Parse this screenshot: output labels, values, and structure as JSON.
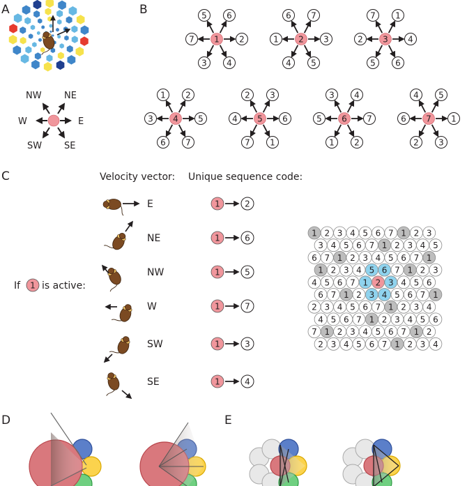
{
  "panel_labels": {
    "a": "A",
    "b": "B",
    "c": "C",
    "d": "D",
    "e": "E"
  },
  "directions": {
    "nw": "NW",
    "ne": "NE",
    "w": "W",
    "e": "E",
    "sw": "SW",
    "se": "SE"
  },
  "colors": {
    "active_fill": "#f0969c",
    "active_stroke": "#c9565e",
    "hex_highlight": "#8fd3ee",
    "hex_gray": "#bdbdbd",
    "blue": "#5b7fc9",
    "yellow": "#fbd34d",
    "green": "#6fcf80",
    "big_red": "#d9787d"
  },
  "panel_b": {
    "groups": [
      {
        "center": "1",
        "nw": "5",
        "ne": "6",
        "w": "7",
        "e": "2",
        "sw": "3",
        "se": "4"
      },
      {
        "center": "2",
        "nw": "6",
        "ne": "7",
        "w": "1",
        "e": "3",
        "sw": "4",
        "se": "5"
      },
      {
        "center": "3",
        "nw": "7",
        "ne": "1",
        "w": "2",
        "e": "4",
        "sw": "5",
        "se": "6"
      },
      {
        "center": "4",
        "nw": "1",
        "ne": "2",
        "w": "3",
        "e": "5",
        "sw": "6",
        "se": "7"
      },
      {
        "center": "5",
        "nw": "2",
        "ne": "3",
        "w": "4",
        "e": "6",
        "sw": "7",
        "se": "1"
      },
      {
        "center": "6",
        "nw": "3",
        "ne": "4",
        "w": "5",
        "e": "7",
        "sw": "1",
        "se": "2"
      },
      {
        "center": "7",
        "nw": "4",
        "ne": "5",
        "w": "6",
        "e": "1",
        "sw": "2",
        "se": "3"
      }
    ]
  },
  "panel_c": {
    "header_velocity": "Velocity vector:",
    "header_code": "Unique sequence code:",
    "if_text": "If",
    "active_num": "1",
    "is_active_text": "is active:",
    "rows": [
      {
        "dir": "E",
        "from": "1",
        "to": "2"
      },
      {
        "dir": "NE",
        "from": "1",
        "to": "6"
      },
      {
        "dir": "NW",
        "from": "1",
        "to": "5"
      },
      {
        "dir": "W",
        "from": "1",
        "to": "7"
      },
      {
        "dir": "SW",
        "from": "1",
        "to": "3"
      },
      {
        "dir": "SE",
        "from": "1",
        "to": "4"
      }
    ]
  },
  "hex_grid": {
    "rows": [
      "1234567123",
      "3456712345",
      "6712345671",
      "1234567123",
      "4567123456",
      "6712345671",
      "2345671234",
      "4567123456",
      "7123456712",
      "2345671234"
    ],
    "highlight_cells": [
      [
        3,
        4
      ],
      [
        3,
        5
      ],
      [
        4,
        4
      ],
      [
        4,
        5
      ],
      [
        4,
        6
      ],
      [
        5,
        4
      ],
      [
        5,
        5
      ]
    ],
    "active_cell": [
      4,
      5
    ]
  }
}
